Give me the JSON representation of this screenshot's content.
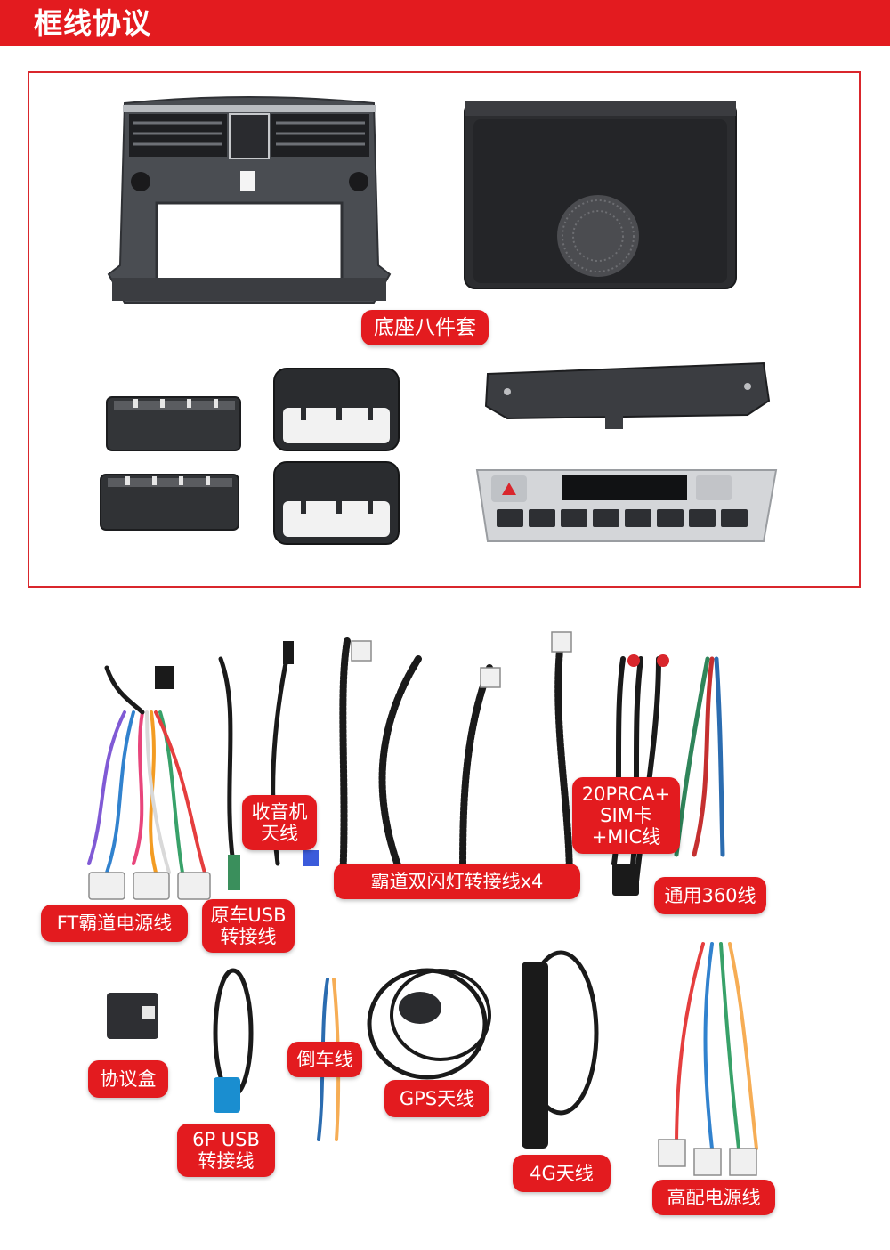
{
  "header": {
    "title": "框线协议"
  },
  "colors": {
    "accent": "#e31b1f",
    "border": "#d9262c"
  },
  "frame_section": {
    "label": "底座八件套",
    "items": [
      "panel-frame-icon",
      "speaker-housing-icon",
      "mount-bracket-icon",
      "climate-control-panel-icon"
    ]
  },
  "cable_labels": {
    "radio_antenna": "收音机\n天线",
    "ft_power": "FT霸道电源线",
    "oem_usb": "原车USB\n转接线",
    "double_flash": "霸道双闪灯转接线x4",
    "rca_sim_mic": "20PRCA+\nSIM卡\n+MIC线",
    "universal_360": "通用360线",
    "protocol_box": "协议盒",
    "reverse_cable": "倒车线",
    "gps_antenna": "GPS天线",
    "usb_6p": "6P USB\n转接线",
    "antenna_4g": "4G天线",
    "high_power": "高配电源线"
  }
}
